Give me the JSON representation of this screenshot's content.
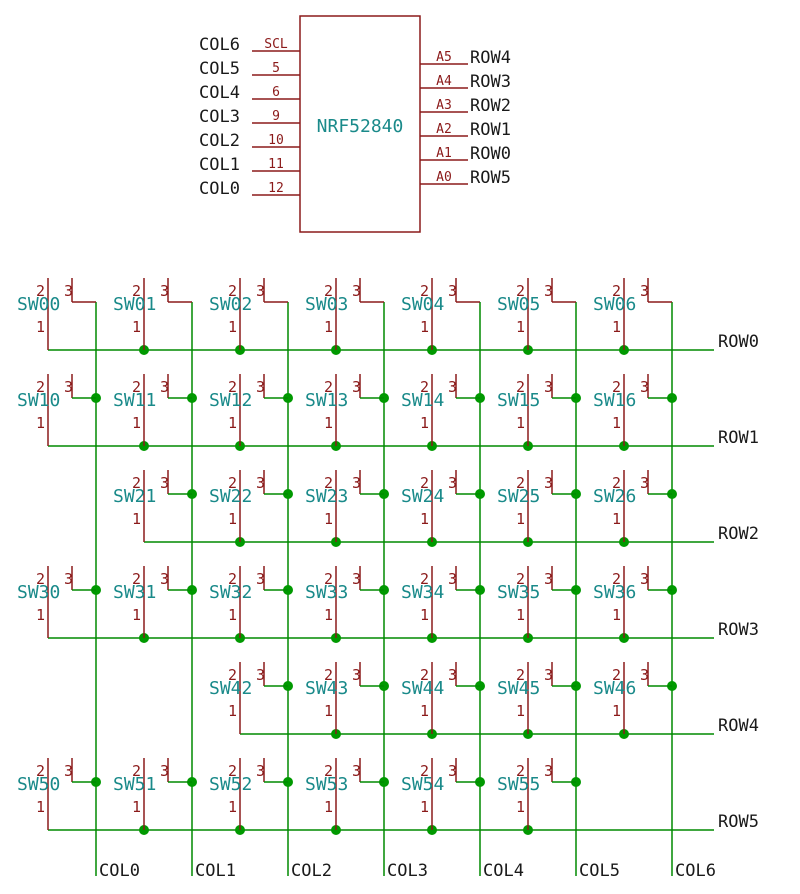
{
  "colors": {
    "wire": "#008a00",
    "junction": "#009900",
    "component": "#8b1a1a",
    "reference": "#1a8a8a",
    "net_label": "#1a1a1a"
  },
  "mcu": {
    "name": "NRF52840",
    "left_pins": [
      {
        "net": "COL6",
        "pin": "SCL"
      },
      {
        "net": "COL5",
        "pin": "5"
      },
      {
        "net": "COL4",
        "pin": "6"
      },
      {
        "net": "COL3",
        "pin": "9"
      },
      {
        "net": "COL2",
        "pin": "10"
      },
      {
        "net": "COL1",
        "pin": "11"
      },
      {
        "net": "COL0",
        "pin": "12"
      }
    ],
    "right_pins": [
      {
        "pin": "A5",
        "net": "ROW4"
      },
      {
        "pin": "A4",
        "net": "ROW3"
      },
      {
        "pin": "A3",
        "net": "ROW2"
      },
      {
        "pin": "A2",
        "net": "ROW1"
      },
      {
        "pin": "A1",
        "net": "ROW0"
      },
      {
        "pin": "A0",
        "net": "ROW5"
      }
    ]
  },
  "switch_pins": {
    "pin1": "1",
    "pin2": "2",
    "pin3": "3"
  },
  "matrix": {
    "rows": [
      {
        "label": "ROW0",
        "switches": [
          "SW00",
          "SW01",
          "SW02",
          "SW03",
          "SW04",
          "SW05",
          "SW06"
        ],
        "cols": [
          0,
          1,
          2,
          3,
          4,
          5,
          6
        ]
      },
      {
        "label": "ROW1",
        "switches": [
          "SW10",
          "SW11",
          "SW12",
          "SW13",
          "SW14",
          "SW15",
          "SW16"
        ],
        "cols": [
          0,
          1,
          2,
          3,
          4,
          5,
          6
        ]
      },
      {
        "label": "ROW2",
        "switches": [
          "SW21",
          "SW22",
          "SW23",
          "SW24",
          "SW25",
          "SW26"
        ],
        "cols": [
          1,
          2,
          3,
          4,
          5,
          6
        ]
      },
      {
        "label": "ROW3",
        "switches": [
          "SW30",
          "SW31",
          "SW32",
          "SW33",
          "SW34",
          "SW35",
          "SW36"
        ],
        "cols": [
          0,
          1,
          2,
          3,
          4,
          5,
          6
        ]
      },
      {
        "label": "ROW4",
        "switches": [
          "SW42",
          "SW43",
          "SW44",
          "SW45",
          "SW46"
        ],
        "cols": [
          2,
          3,
          4,
          5,
          6
        ]
      },
      {
        "label": "ROW5",
        "switches": [
          "SW50",
          "SW51",
          "SW52",
          "SW53",
          "SW54",
          "SW55"
        ],
        "cols": [
          0,
          1,
          2,
          3,
          4,
          5
        ]
      }
    ],
    "columns": [
      "COL0",
      "COL1",
      "COL2",
      "COL3",
      "COL4",
      "COL5",
      "COL6"
    ]
  }
}
